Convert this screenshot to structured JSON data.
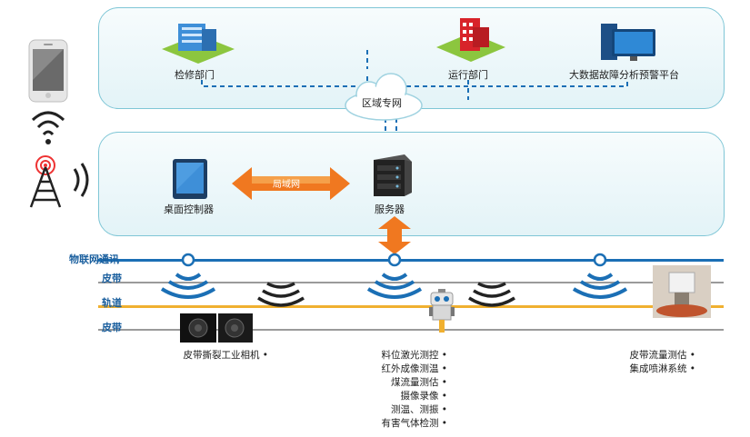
{
  "top_panel": {
    "nodes": [
      {
        "label": "大数据故障分析预警平台",
        "icon": "computer-monitor-icon"
      },
      {
        "label": "运行部门",
        "icon": "red-building-icon"
      },
      {
        "label": "检修部门",
        "icon": "blue-building-icon"
      }
    ]
  },
  "cloud": {
    "label": "区域专网",
    "icon": "cloud-icon"
  },
  "middle_panel": {
    "server_label": "服务器",
    "desktop_label": "桌面控制器",
    "lan_label": "局域网"
  },
  "side_icons": [
    "smartphone-icon",
    "wifi-icon",
    "radio-tower-icon"
  ],
  "lines": [
    {
      "label": "物联网通讯",
      "color": "#1b6fb5"
    },
    {
      "label": "皮带",
      "color": "#9a9a9a"
    },
    {
      "label": "轨道",
      "color": "#f0b030"
    },
    {
      "label": "皮带",
      "color": "#9a9a9a"
    }
  ],
  "feature_groups": [
    {
      "items": [
        "皮带流量测估",
        "集成喷淋系统"
      ]
    },
    {
      "items": [
        "料位激光测控",
        "红外成像测温",
        "煤流量测估",
        "摄像录像",
        "测温、测振",
        "有害气体检测"
      ]
    },
    {
      "items": [
        "皮带撕裂工业相机"
      ]
    }
  ],
  "colors": {
    "accent_blue": "#1b6fb5",
    "lan_orange": "#f07820",
    "rail_yellow": "#f0b030",
    "belt_gray": "#9a9a9a"
  }
}
